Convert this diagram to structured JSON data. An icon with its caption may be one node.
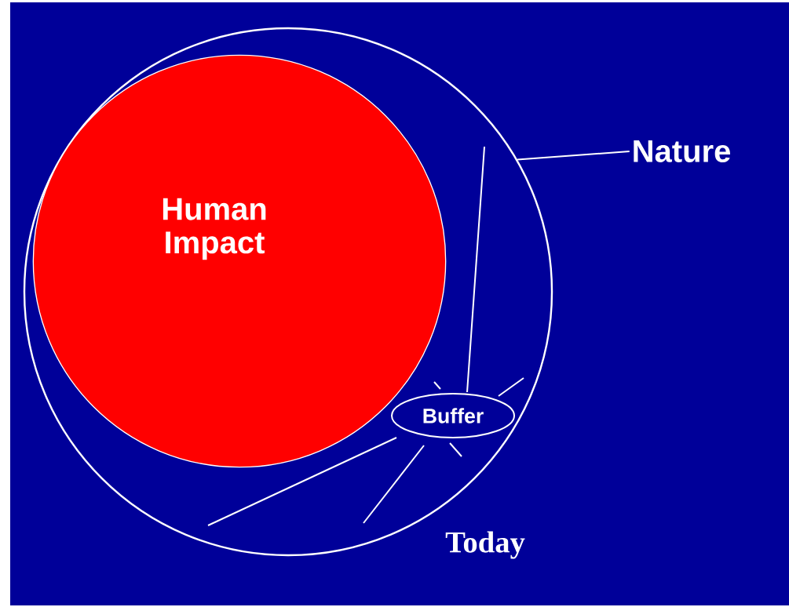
{
  "diagram": {
    "nodes": [
      {
        "text": [],
        "shape": "circle"
      },
      {
        "text": [
          "Human Impact"
        ],
        "in": 0
      },
      {
        "text": [
          "Buffer"
        ],
        "in": 0
      },
      {
        "text": [
          "Nature"
        ]
      }
    ],
    "edges": [
      {
        "from": 3,
        "to": 0,
        "arrow": "none"
      }
    ],
    "labels": [
      "Today"
    ]
  }
}
